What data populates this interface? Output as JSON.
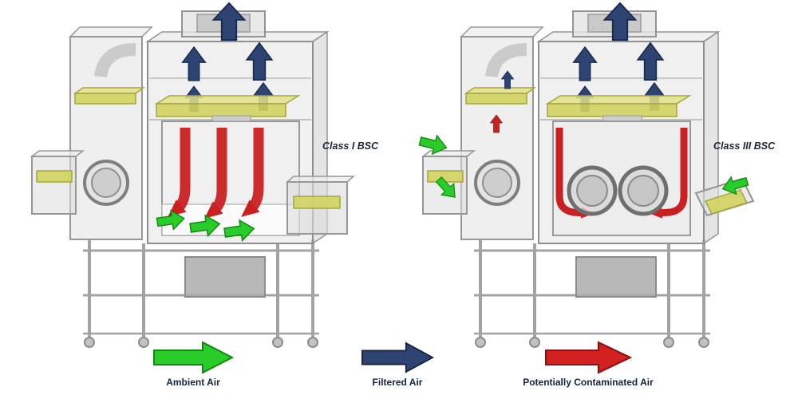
{
  "figures": {
    "class_i": {
      "label": "Class I BSC"
    },
    "class_iii": {
      "label": "Class III BSC"
    }
  },
  "legend": {
    "ambient": {
      "label": "Ambient Air",
      "color": "#29cc29"
    },
    "filtered": {
      "label": "Filtered Air",
      "color": "#2d4473"
    },
    "contaminated": {
      "label": "Potentially Contaminated Air",
      "color": "#d32020"
    }
  },
  "palette": {
    "cabinet_gray": "#dedede",
    "filter_yellow": "#d3d35f",
    "work_surface_white": "#fcfcfc"
  }
}
